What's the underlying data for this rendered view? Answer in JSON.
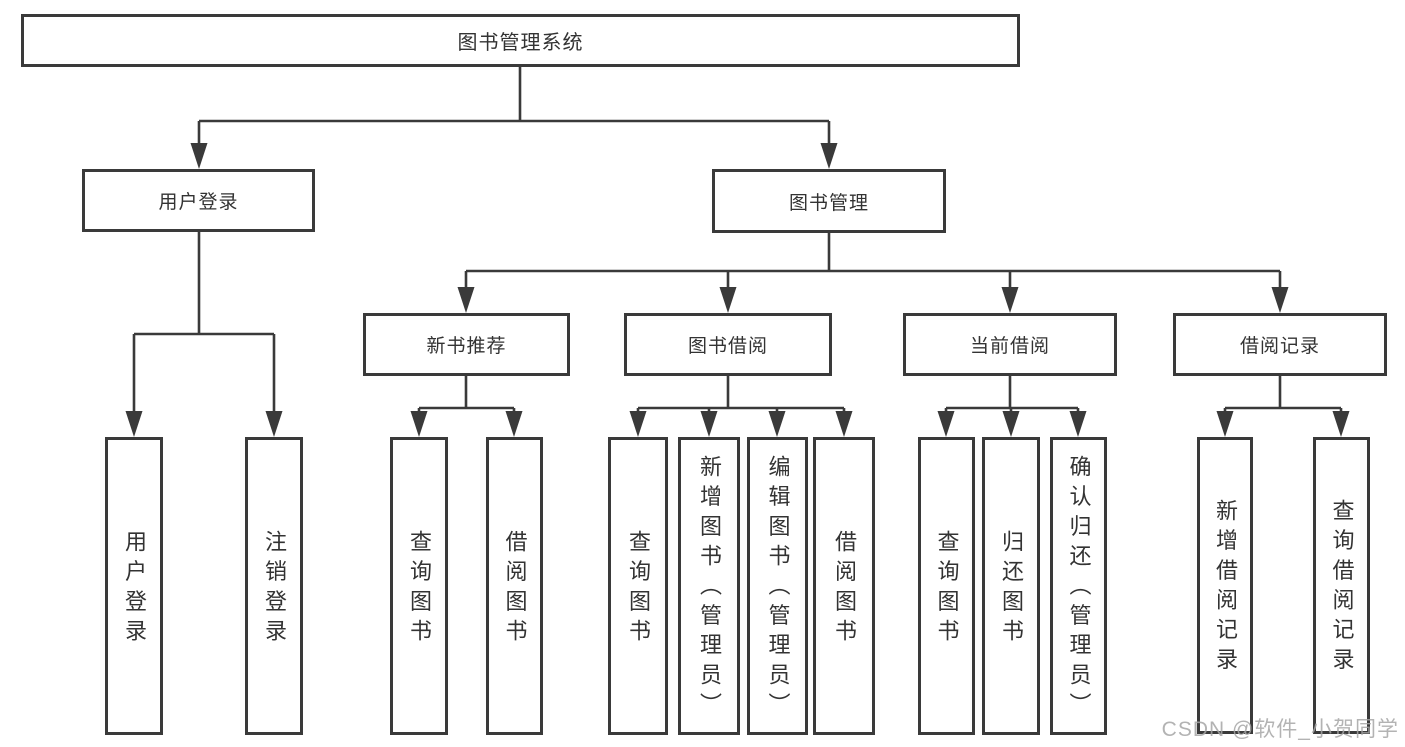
{
  "diagram": {
    "root": {
      "label": "图书管理系统"
    },
    "level2": [
      {
        "label": "用户登录",
        "children": [
          {
            "label": "用户登录"
          },
          {
            "label": "注销登录"
          }
        ]
      },
      {
        "label": "图书管理",
        "children": [
          {
            "label": "新书推荐",
            "children": [
              {
                "label": "查询图书"
              },
              {
                "label": "借阅图书"
              }
            ]
          },
          {
            "label": "图书借阅",
            "children": [
              {
                "label": "查询图书"
              },
              {
                "label": "新增图书（管理员）"
              },
              {
                "label": "编辑图书（管理员）"
              },
              {
                "label": "借阅图书"
              }
            ]
          },
          {
            "label": "当前借阅",
            "children": [
              {
                "label": "查询图书"
              },
              {
                "label": "归还图书"
              },
              {
                "label": "确认归还（管理员）"
              }
            ]
          },
          {
            "label": "借阅记录",
            "children": [
              {
                "label": "新增借阅记录"
              },
              {
                "label": "查询借阅记录"
              }
            ]
          }
        ]
      }
    ]
  },
  "watermark": {
    "text": "CSDN @软件_小贺同学"
  },
  "colors": {
    "line": "#3a3a3a",
    "text": "#333333",
    "background": "#ffffff",
    "watermark": "#a6a6a6"
  }
}
